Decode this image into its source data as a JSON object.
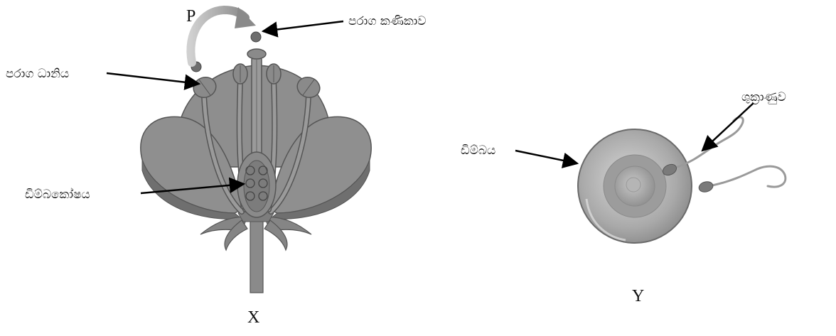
{
  "figure_x": {
    "caption": "X",
    "arrow_label": "P",
    "labels": {
      "pollen_grain": "පරාග කණිකාව",
      "anther": "පරාග ධානිය",
      "ovary": "ඩිම්බකෝෂය"
    }
  },
  "figure_y": {
    "caption": "Y",
    "labels": {
      "sperm": "ශුක්‍රාණුව",
      "ovum": "ඩිම්බය"
    }
  }
}
